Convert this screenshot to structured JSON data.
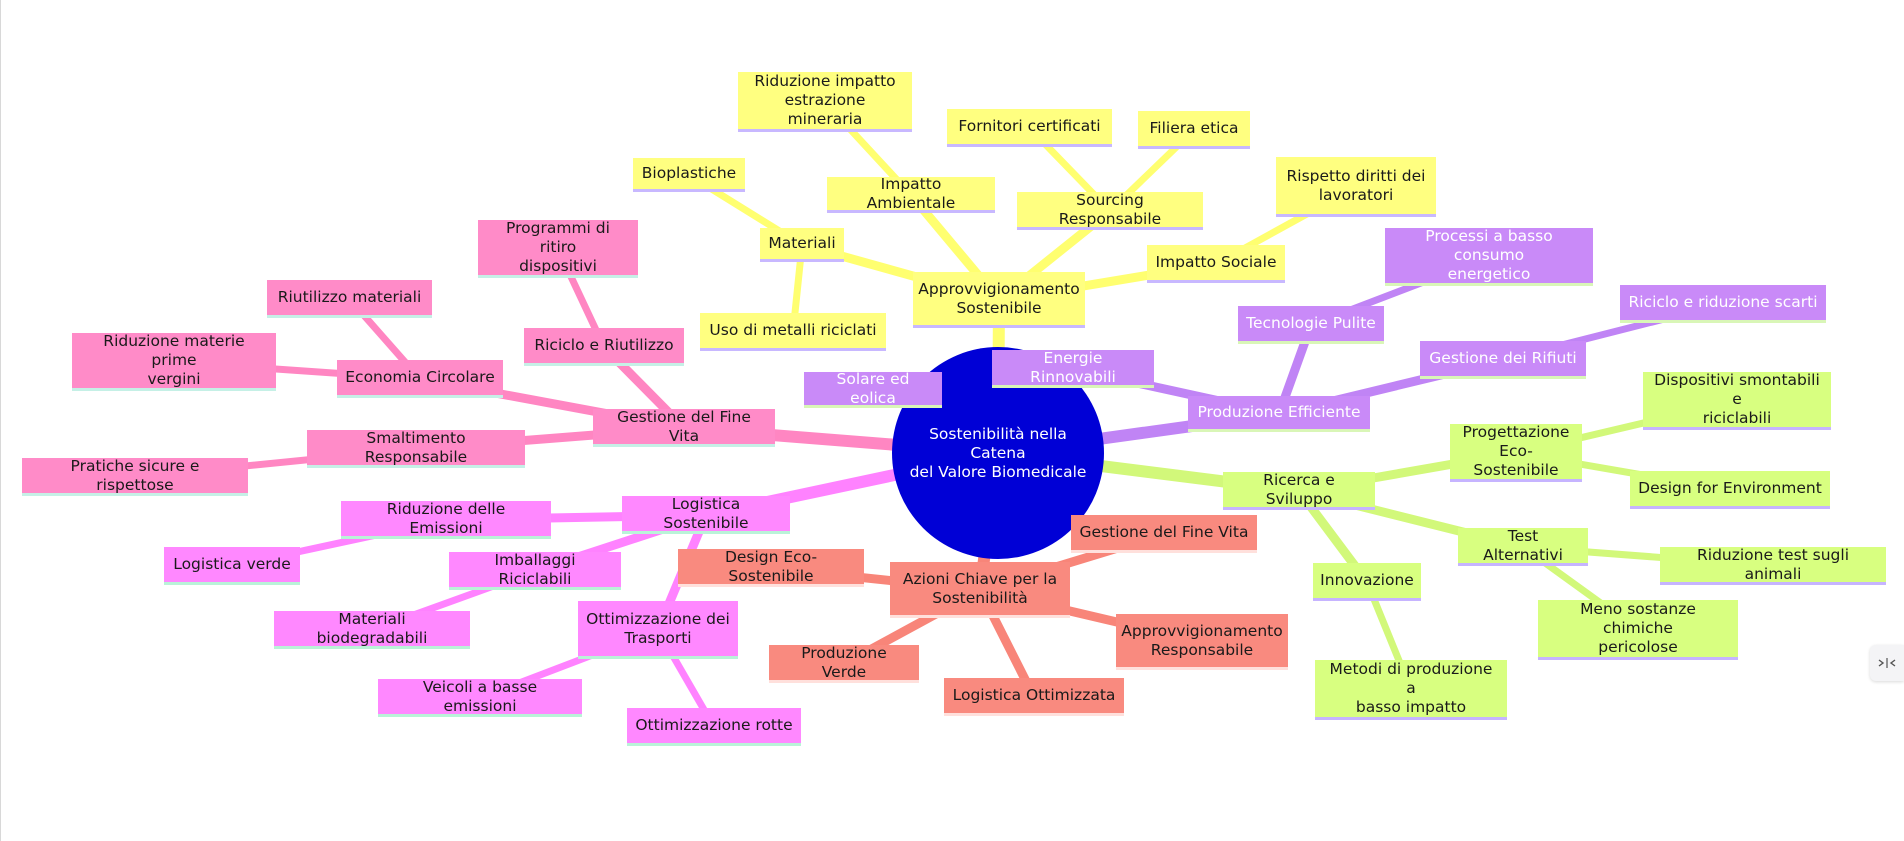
{
  "colors": {
    "root": "#0000d6",
    "yellow": "#ffff80",
    "yellowEdge": "#ffff70",
    "purple": "#c98af8",
    "purpleEdge": "#c084f5",
    "green": "#d8ff80",
    "greenEdge": "#d2f87a",
    "salmon": "#f98a7f",
    "salmonEdge": "#f88579",
    "pink": "#ff8bc8",
    "pinkEdge": "#ff86c2",
    "magenta": "#ff88ff",
    "magentaEdge": "#ff82ff"
  },
  "root": {
    "id": "root",
    "label": "Sostenibilità nella Catena\ndel Valore Biomedicale"
  },
  "branches": [
    {
      "id": "approvvigionamento",
      "color": "yellow",
      "label": "Approvvigionamento\nSostenibile",
      "children": [
        {
          "id": "materiali",
          "label": "Materiali",
          "children": [
            {
              "id": "bioplastiche",
              "label": "Bioplastiche"
            },
            {
              "id": "metalli",
              "label": "Uso di metalli riciclati"
            }
          ]
        },
        {
          "id": "impatto-ambientale",
          "label": "Impatto Ambientale",
          "children": [
            {
              "id": "riduzione-estrazione",
              "label": "Riduzione impatto\nestrazione mineraria"
            }
          ]
        },
        {
          "id": "sourcing",
          "label": "Sourcing Responsabile",
          "children": [
            {
              "id": "fornitori",
              "label": "Fornitori certificati"
            },
            {
              "id": "filiera",
              "label": "Filiera etica"
            }
          ]
        },
        {
          "id": "impatto-sociale",
          "label": "Impatto Sociale",
          "children": [
            {
              "id": "diritti",
              "label": "Rispetto diritti dei\nlavoratori"
            }
          ]
        }
      ]
    },
    {
      "id": "produzione",
      "color": "purple",
      "label": "Produzione Efficiente",
      "children": [
        {
          "id": "energie",
          "label": "Energie Rinnovabili",
          "children": [
            {
              "id": "solare",
              "label": "Solare ed eolica"
            }
          ]
        },
        {
          "id": "tecnologie",
          "label": "Tecnologie Pulite",
          "children": [
            {
              "id": "processi",
              "label": "Processi a basso consumo\nenergetico"
            }
          ]
        },
        {
          "id": "rifiuti",
          "label": "Gestione dei Rifiuti",
          "children": [
            {
              "id": "riciclo-scarti",
              "label": "Riciclo e riduzione scarti"
            }
          ]
        }
      ]
    },
    {
      "id": "ricerca",
      "color": "green",
      "label": "Ricerca e Sviluppo",
      "children": [
        {
          "id": "progettazione",
          "label": "Progettazione\nEco-Sostenibile",
          "children": [
            {
              "id": "smontabili",
              "label": "Dispositivi smontabili e\nriciclabili"
            },
            {
              "id": "design-env",
              "label": "Design for Environment"
            }
          ]
        },
        {
          "id": "test",
          "label": "Test Alternativi",
          "children": [
            {
              "id": "test-animali",
              "label": "Riduzione test sugli animali"
            },
            {
              "id": "sostanze",
              "label": "Meno sostanze chimiche\npericolose"
            }
          ]
        },
        {
          "id": "innovazione",
          "label": "Innovazione",
          "children": [
            {
              "id": "metodi",
              "label": "Metodi di produzione a\nbasso impatto"
            }
          ]
        }
      ]
    },
    {
      "id": "azioni",
      "color": "salmon",
      "label": "Azioni Chiave per la\nSostenibilità",
      "children": [
        {
          "id": "az-fine-vita",
          "label": "Gestione del Fine Vita"
        },
        {
          "id": "az-approvvigionamento",
          "label": "Approvvigionamento\nResponsabile"
        },
        {
          "id": "az-logistica",
          "label": "Logistica Ottimizzata"
        },
        {
          "id": "az-produzione",
          "label": "Produzione Verde"
        },
        {
          "id": "az-design",
          "label": "Design Eco-Sostenibile"
        }
      ]
    },
    {
      "id": "logistica",
      "color": "magenta",
      "label": "Logistica Sostenibile",
      "children": [
        {
          "id": "emissioni",
          "label": "Riduzione delle Emissioni",
          "children": [
            {
              "id": "log-verde",
              "label": "Logistica verde"
            }
          ]
        },
        {
          "id": "imballaggi",
          "label": "Imballaggi Riciclabili",
          "children": [
            {
              "id": "biodegradabili",
              "label": "Materiali biodegradabili"
            }
          ]
        },
        {
          "id": "trasporti",
          "label": "Ottimizzazione dei\nTrasporti",
          "children": [
            {
              "id": "veicoli",
              "label": "Veicoli a basse emissioni"
            },
            {
              "id": "rotte",
              "label": "Ottimizzazione rotte"
            }
          ]
        }
      ]
    },
    {
      "id": "fine-vita",
      "color": "pink",
      "label": "Gestione del Fine Vita",
      "children": [
        {
          "id": "economia",
          "label": "Economia Circolare",
          "children": [
            {
              "id": "riutilizzo-mat",
              "label": "Riutilizzo materiali"
            },
            {
              "id": "materie-prime",
              "label": "Riduzione materie prime\nvergini"
            }
          ]
        },
        {
          "id": "riciclo-riutilizzo",
          "label": "Riciclo e Riutilizzo",
          "children": [
            {
              "id": "ritiro",
              "label": "Programmi di ritiro\ndispositivi"
            }
          ]
        },
        {
          "id": "smaltimento",
          "label": "Smaltimento Responsabile",
          "children": [
            {
              "id": "pratiche",
              "label": "Pratiche sicure e rispettose"
            }
          ]
        }
      ]
    }
  ],
  "icons": {
    "collapse": "collapse-icon"
  }
}
